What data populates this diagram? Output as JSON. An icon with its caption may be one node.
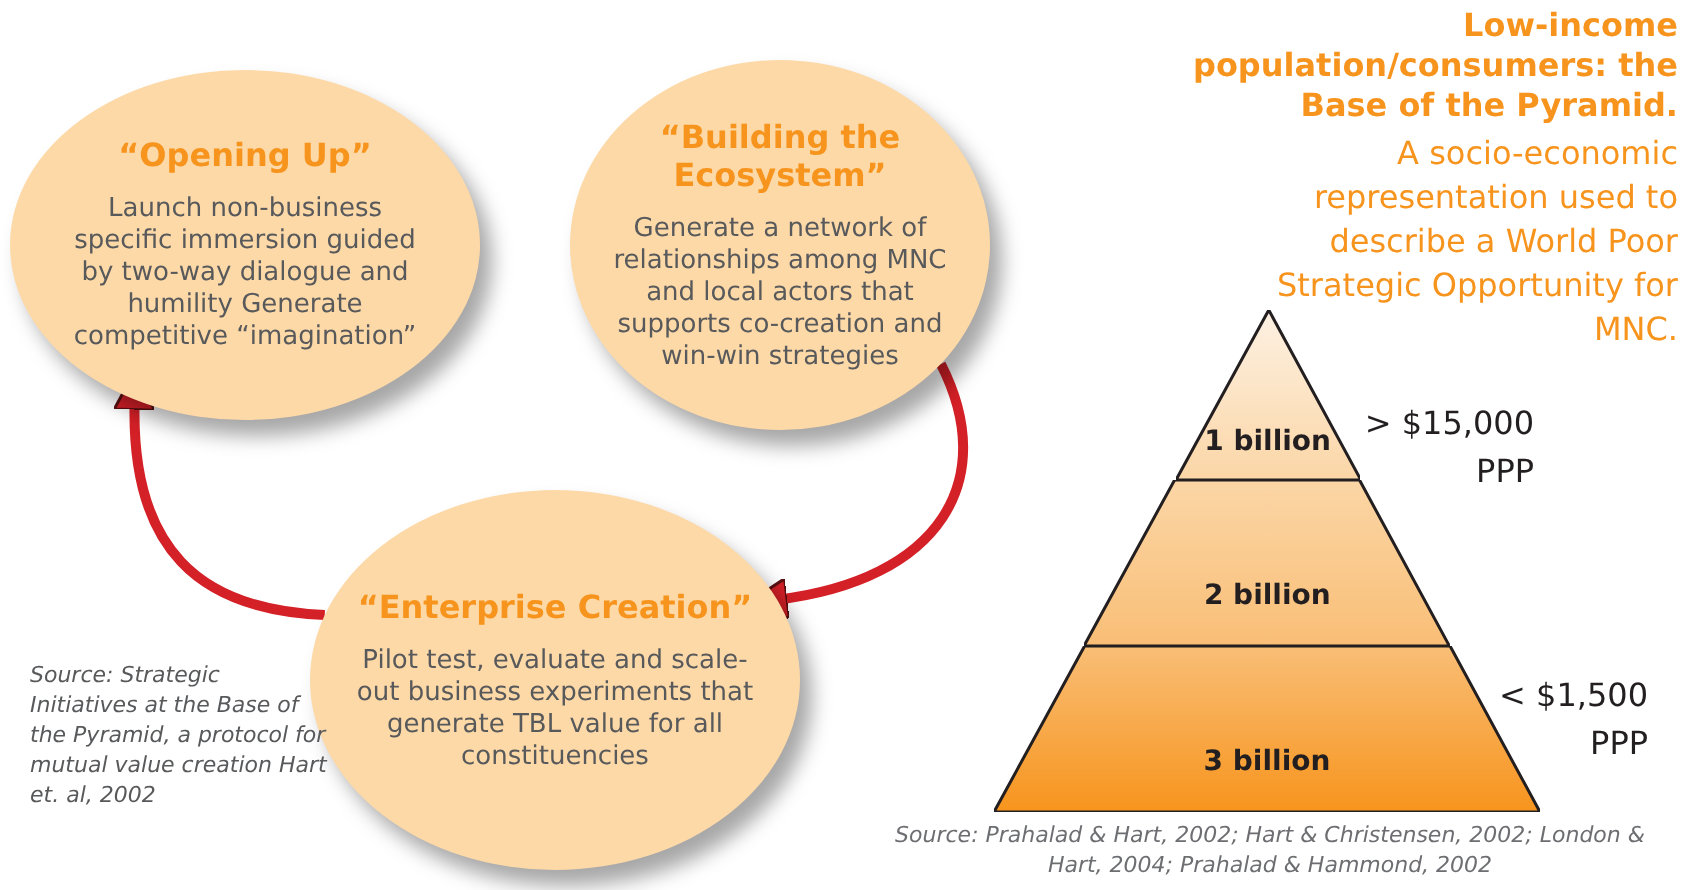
{
  "diagram": {
    "nodes": [
      {
        "text": [
          "“Opening Up”",
          "Launch non-business specific immersion guided by two-way dialogue and humility Generate competitive “imagination”"
        ]
      },
      {
        "text": [
          "“Building the Ecosystem”",
          "Generate a network of relationships among MNC and local actors that supports co-creation and win-win strategies"
        ]
      },
      {
        "text": [
          "“Enterprise Creation”",
          "Pilot test, evaluate and scale-out business experiments that generate TBL value for all constituencies"
        ]
      },
      {
        "text": [
          "1 billion"
        ]
      },
      {
        "text": [
          "2 billion"
        ]
      },
      {
        "text": [
          "3 billion"
        ]
      }
    ],
    "edges": [
      {
        "from": 1,
        "to": 2,
        "arrow": "to"
      },
      {
        "from": 2,
        "to": 0,
        "arrow": "to"
      }
    ],
    "labels": [
      "Low-income population/consumers: the Base of the Pyramid.",
      "A socio-economic representation used to describe a World Poor Strategic Opportunity for MNC.",
      "> $15,000 PPP",
      "< $1,500 PPP",
      "Source: Strategic Initiatives at the Base of the Pyramid, a protocol for mutual value creation Hart et. al, 2002",
      "Source: Prahalad & Hart, 2002; Hart & Christensen, 2002; London & Hart, 2004; Prahalad & Hammond, 2002"
    ]
  }
}
